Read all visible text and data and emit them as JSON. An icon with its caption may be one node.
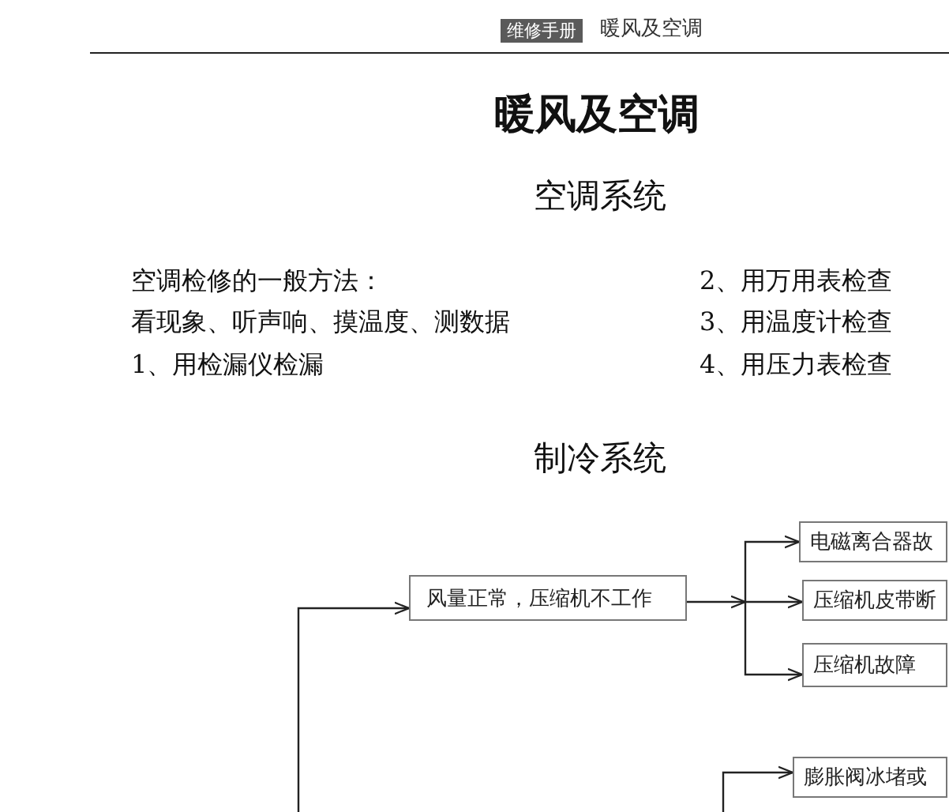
{
  "diagram": {
    "title": "暖风及空调",
    "nodes": [
      {
        "text": [
          "维修手册"
        ]
      },
      {
        "text": [
          "风量正常，压缩机不工作"
        ]
      },
      {
        "text": [
          "电磁离合器故"
        ]
      },
      {
        "text": [
          "压缩机皮带断"
        ]
      },
      {
        "text": [
          "压缩机故障"
        ]
      },
      {
        "text": [
          "膨胀阀冰堵或"
        ]
      }
    ],
    "edges": [
      {
        "from": null,
        "to": 1,
        "arrow": "to"
      },
      {
        "from": 1,
        "to": 2,
        "arrow": "to"
      },
      {
        "from": 1,
        "to": 3,
        "arrow": "to"
      },
      {
        "from": 1,
        "to": 4,
        "arrow": "to"
      },
      {
        "from": null,
        "to": 5,
        "arrow": "to"
      }
    ],
    "labels": [
      "暖风及空调",
      "空调系统",
      "空调检修的一般方法：",
      "2、用万用表检查",
      "看现象、听声响、摸温度、测数据",
      "3、用温度计检查",
      "1、用检漏仪检漏",
      "4、用压力表检查",
      "制冷系统"
    ]
  }
}
